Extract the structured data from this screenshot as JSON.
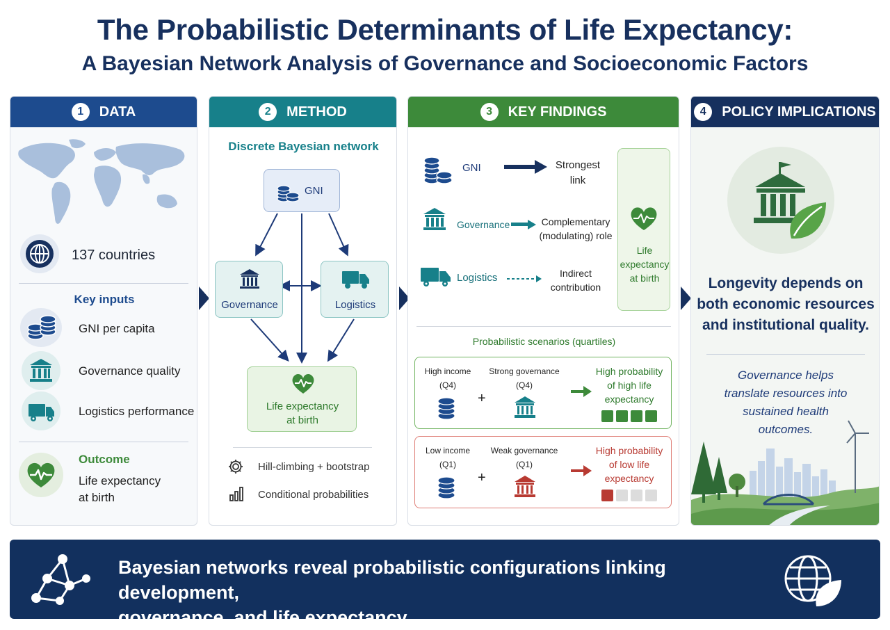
{
  "title": "The Probabilistic Determinants of Life Expectancy:",
  "subtitle": "A Bayesian Network Analysis of Governance and Socioeconomic Factors",
  "panels": {
    "data": {
      "number": "1",
      "label": "DATA",
      "countries": "137 countries",
      "inputs_heading": "Key inputs",
      "inputs": [
        "GNI per capita",
        "Governance quality",
        "Logistics performance"
      ],
      "outcome_heading": "Outcome",
      "outcome_line1": "Life expectancy",
      "outcome_line2": "at birth"
    },
    "method": {
      "number": "2",
      "label": "METHOD",
      "heading": "Discrete Bayesian network",
      "nodes": {
        "gni": "GNI",
        "governance": "Governance",
        "logistics": "Logistics",
        "life_line1": "Life expectancy",
        "life_line2": "at birth"
      },
      "steps": [
        "Hill-climbing + bootstrap",
        "Conditional probabilities"
      ]
    },
    "findings": {
      "number": "3",
      "label": "KEY FINDINGS",
      "links": [
        {
          "factor": "GNI",
          "line1": "Strongest",
          "line2": "link"
        },
        {
          "factor": "Governance",
          "line1": "Complementary",
          "line2": "(modulating) role"
        },
        {
          "factor": "Logistics",
          "line1": "Indirect",
          "line2": "contribution"
        }
      ],
      "outcome_line1": "Life",
      "outcome_line2": "expectancy",
      "outcome_line3": "at birth",
      "scenarios_heading": "Probabilistic scenarios (quartiles)",
      "scenarios": [
        {
          "income1": "High income",
          "income2": "(Q4)",
          "gov1": "Strong governance",
          "gov2": "(Q4)",
          "plus": "+",
          "res1": "High probability",
          "res2": "of high life",
          "res3": "expectancy",
          "filled": 4
        },
        {
          "income1": "Low income",
          "income2": "(Q1)",
          "gov1": "Weak governance",
          "gov2": "(Q1)",
          "plus": "+",
          "res1": "High probability",
          "res2": "of low life",
          "res3": "expectancy",
          "filled": 1
        }
      ]
    },
    "policy": {
      "number": "4",
      "label": "POLICY IMPLICATIONS",
      "main_line1": "Longevity depends on",
      "main_line2": "both economic resources",
      "main_line3": "and institutional quality.",
      "sub_line1": "Governance helps",
      "sub_line2": "translate resources into",
      "sub_line3": "sustained health",
      "sub_line4": "outcomes."
    }
  },
  "bottom": {
    "line1": "Bayesian networks reveal probabilistic configurations linking development,",
    "line2": "governance, and life expectancy."
  },
  "colors": {
    "navy": "#17305e",
    "blue": "#1d4b8e",
    "teal": "#17808a",
    "green": "#3d8a3a",
    "red": "#b83a32"
  },
  "icons": [
    "globe-icon",
    "coins-icon",
    "bank-icon",
    "truck-icon",
    "heart-pulse-icon",
    "gear-icon",
    "bar-chart-icon",
    "network-icon",
    "globe-leaf-icon"
  ]
}
